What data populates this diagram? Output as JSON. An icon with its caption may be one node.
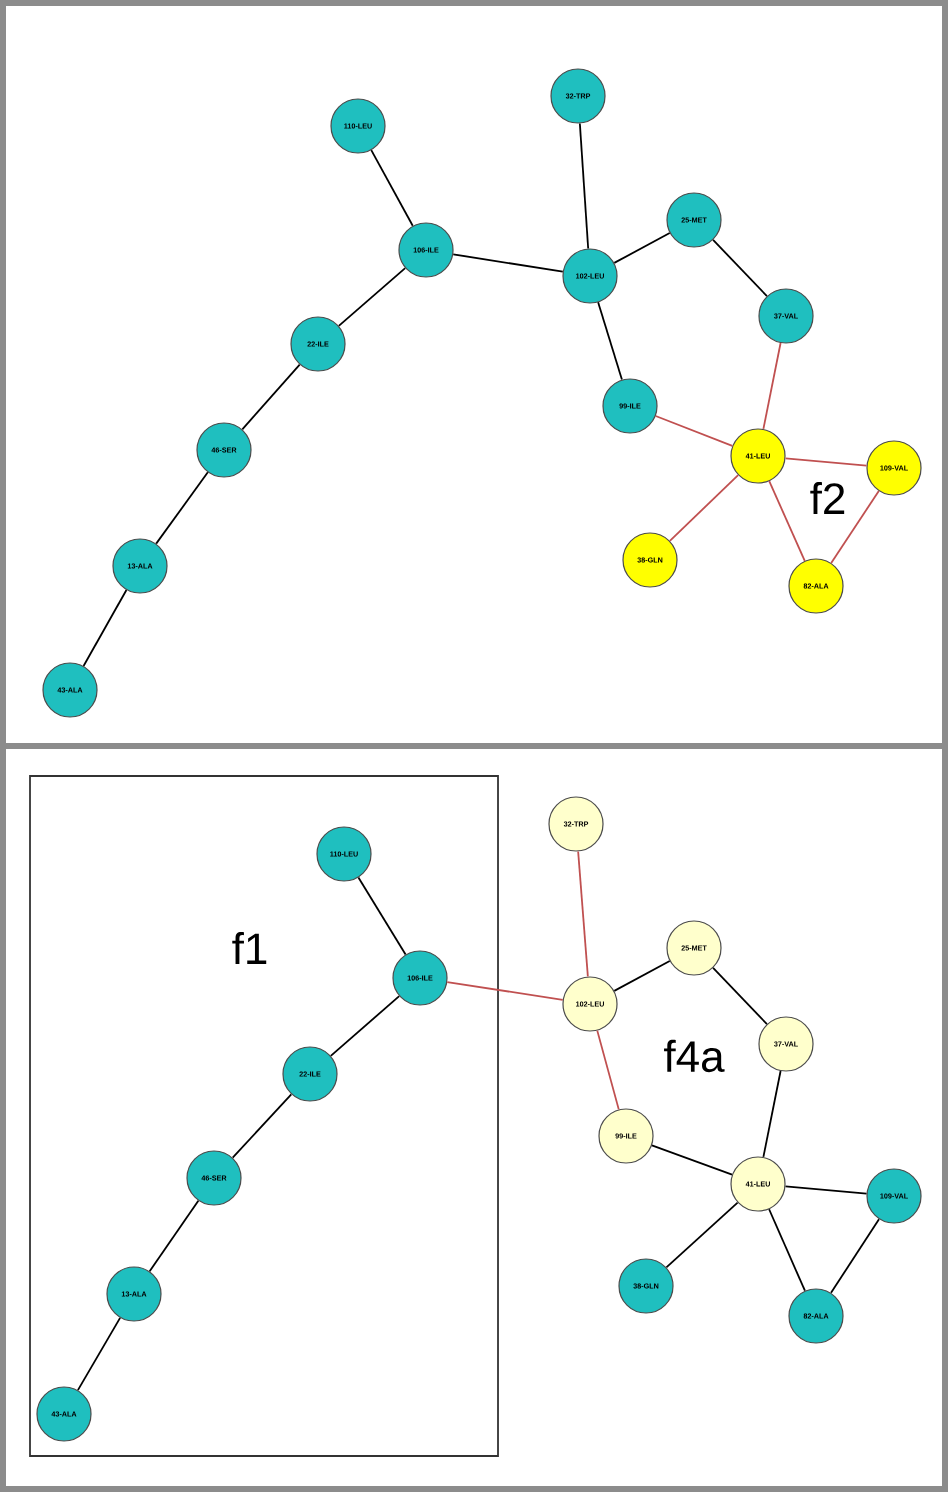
{
  "diagram": {
    "nodes": [
      {
        "text": [
          "110-LEU"
        ]
      },
      {
        "text": [
          "106-ILE"
        ]
      },
      {
        "text": [
          "22-ILE"
        ]
      },
      {
        "text": [
          "46-SER"
        ]
      },
      {
        "text": [
          "13-ALA"
        ]
      },
      {
        "text": [
          "43-ALA"
        ]
      },
      {
        "text": [
          "32-TRP"
        ]
      },
      {
        "text": [
          "102-LEU"
        ]
      },
      {
        "text": [
          "25-MET"
        ]
      },
      {
        "text": [
          "37-VAL"
        ]
      },
      {
        "text": [
          "99-ILE"
        ]
      },
      {
        "text": [
          "41-LEU"
        ]
      },
      {
        "text": [
          "109-VAL"
        ]
      },
      {
        "text": [
          "38-GLN"
        ]
      },
      {
        "text": [
          "82-ALA"
        ]
      },
      {
        "text": [
          "f1"
        ]
      },
      {
        "text": [
          "110-LEU"
        ],
        "in": 15
      },
      {
        "text": [
          "106-ILE"
        ],
        "in": 15
      },
      {
        "text": [
          "22-ILE"
        ],
        "in": 15
      },
      {
        "text": [
          "46-SER"
        ],
        "in": 15
      },
      {
        "text": [
          "13-ALA"
        ],
        "in": 15
      },
      {
        "text": [
          "43-ALA"
        ],
        "in": 15
      },
      {
        "text": [
          "32-TRP"
        ]
      },
      {
        "text": [
          "102-LEU"
        ]
      },
      {
        "text": [
          "25-MET"
        ]
      },
      {
        "text": [
          "37-VAL"
        ]
      },
      {
        "text": [
          "99-ILE"
        ]
      },
      {
        "text": [
          "41-LEU"
        ]
      },
      {
        "text": [
          "109-VAL"
        ]
      },
      {
        "text": [
          "38-GLN"
        ]
      },
      {
        "text": [
          "82-ALA"
        ]
      }
    ],
    "edges": [
      {
        "from": 0,
        "to": 1,
        "arrow": "none"
      },
      {
        "from": 1,
        "to": 2,
        "arrow": "none"
      },
      {
        "from": 2,
        "to": 3,
        "arrow": "none"
      },
      {
        "from": 3,
        "to": 4,
        "arrow": "none"
      },
      {
        "from": 4,
        "to": 5,
        "arrow": "none"
      },
      {
        "from": 1,
        "to": 7,
        "arrow": "none"
      },
      {
        "from": 6,
        "to": 7,
        "arrow": "none"
      },
      {
        "from": 7,
        "to": 8,
        "arrow": "none"
      },
      {
        "from": 8,
        "to": 9,
        "arrow": "none"
      },
      {
        "from": 7,
        "to": 10,
        "arrow": "none"
      },
      {
        "from": 9,
        "to": 11,
        "arrow": "none",
        "color": "#c05050"
      },
      {
        "from": 10,
        "to": 11,
        "arrow": "none",
        "color": "#c05050"
      },
      {
        "from": 11,
        "to": 12,
        "arrow": "none",
        "color": "#c05050"
      },
      {
        "from": 11,
        "to": 13,
        "arrow": "none",
        "color": "#c05050"
      },
      {
        "from": 11,
        "to": 14,
        "arrow": "none",
        "color": "#c05050"
      },
      {
        "from": 12,
        "to": 14,
        "arrow": "none",
        "color": "#c05050"
      },
      {
        "from": 16,
        "to": 17,
        "arrow": "none"
      },
      {
        "from": 17,
        "to": 18,
        "arrow": "none"
      },
      {
        "from": 18,
        "to": 19,
        "arrow": "none"
      },
      {
        "from": 19,
        "to": 20,
        "arrow": "none"
      },
      {
        "from": 20,
        "to": 21,
        "arrow": "none"
      },
      {
        "from": 17,
        "to": 23,
        "arrow": "none",
        "color": "#c05050"
      },
      {
        "from": 22,
        "to": 23,
        "arrow": "none",
        "color": "#c05050"
      },
      {
        "from": 23,
        "to": 24,
        "arrow": "none"
      },
      {
        "from": 24,
        "to": 25,
        "arrow": "none"
      },
      {
        "from": 23,
        "to": 26,
        "arrow": "none",
        "color": "#c05050"
      },
      {
        "from": 25,
        "to": 27,
        "arrow": "none"
      },
      {
        "from": 26,
        "to": 27,
        "arrow": "none"
      },
      {
        "from": 27,
        "to": 28,
        "arrow": "none"
      },
      {
        "from": 27,
        "to": 29,
        "arrow": "none"
      },
      {
        "from": 27,
        "to": 30,
        "arrow": "none"
      },
      {
        "from": 28,
        "to": 30,
        "arrow": "none"
      }
    ],
    "labels": [
      "f2",
      "f4a"
    ]
  }
}
